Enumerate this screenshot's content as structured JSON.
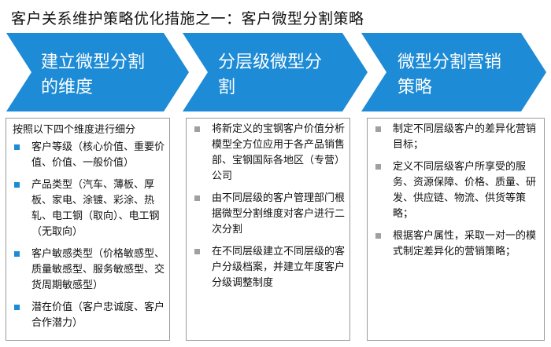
{
  "title": "客户关系维护策略优化措施之一：客户微型分割策略",
  "colors": {
    "chevron": "#1d8bd6",
    "bullet_blue": "#1d8bd6",
    "bullet_gray": "#a0a0a0",
    "border": "#9a9a9a"
  },
  "steps": [
    {
      "label_line1": "建立微型分割",
      "label_line2": "的维度"
    },
    {
      "label_line1": "分层级微型分",
      "label_line2": "割"
    },
    {
      "label_line1": "微型分割营销",
      "label_line2": "策略"
    }
  ],
  "panels": [
    {
      "intro": "按照以下四个维度进行细分",
      "bullet_icon": "square-bullet-blue",
      "items": [
        "客户等级（核心价值、重要价值、价值、一般价值）",
        "产品类型（汽车、薄板、厚板、家电、涂镀、彩涂、热轧、电工钢（取向）、电工钢（无取向）",
        "客户敏感类型（价格敏感型、质量敏感型、服务敏感型、交货周期敏感型）",
        "潜在价值（客户忠诚度、客户合作潜力）"
      ]
    },
    {
      "intro": "",
      "bullet_icon": "square-bullet-gray",
      "items": [
        "将新定义的宝钢客户价值分析模型全方位应用于各产品销售部、宝钢国际各地区（专营）公司",
        "由不同层级的客户管理部门根据微型分割维度对客户进行二次分割",
        "在不同层级建立不同层级的客户分级档案，并建立年度客户分级调整制度"
      ]
    },
    {
      "intro": "",
      "bullet_icon": "square-bullet-gray",
      "items": [
        "制定不同层级客户的差异化营销目标；",
        "定义不同层级客户所享受的服务、资源保障、价格、质量、研发、供应链、物流、供货等策略；",
        "根据客户属性，采取一对一的模式制定差异化的营销策略；"
      ]
    }
  ]
}
